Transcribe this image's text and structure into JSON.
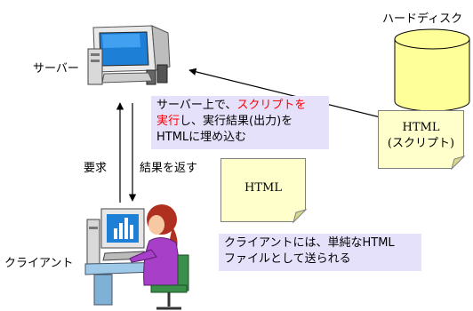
{
  "labels": {
    "server": "サーバー",
    "client": "クライアント",
    "harddisk": "ハードディスク",
    "request": "要求",
    "return_result": "結果を返す"
  },
  "server_callout": {
    "line1_a": "サーバー上で、",
    "line1_b": "スクリプトを",
    "line2_a": "実行",
    "line2_b": "し、実行結果(出力)を",
    "line3": "HTMLに埋め込む"
  },
  "client_callout": {
    "line1": "クライアントには、単純なHTML",
    "line2": "ファイルとして送られる"
  },
  "doc_disk": {
    "line1": "HTML",
    "line2": "(スクリプト)"
  },
  "doc_sent": {
    "line1": "HTML"
  },
  "colors": {
    "callout_bg": "#e6e1fb",
    "note_bg": "#ffffcc",
    "disk_fill": "#ffff99",
    "highlight_text": "#ff0000"
  }
}
